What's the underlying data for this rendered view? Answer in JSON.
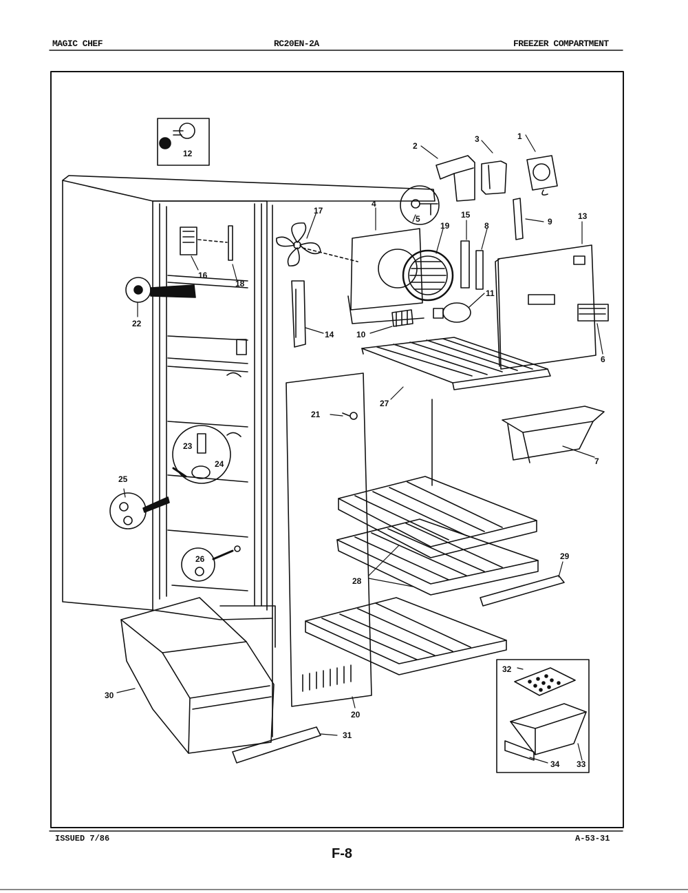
{
  "header": {
    "brand": "MAGIC CHEF",
    "model": "RC20EN-2A",
    "section": "FREEZER COMPARTMENT"
  },
  "footer": {
    "issued": "ISSUED 7/86",
    "doc_number": "A-53-31",
    "page": "F-8"
  },
  "callouts": [
    "1",
    "2",
    "3",
    "4",
    "5",
    "6",
    "7",
    "8",
    "9",
    "10",
    "11",
    "12",
    "13",
    "14",
    "15",
    "16",
    "17",
    "18",
    "19",
    "20",
    "21",
    "22",
    "23",
    "24",
    "25",
    "26",
    "27",
    "28",
    "29",
    "30",
    "31",
    "32",
    "33",
    "34"
  ]
}
